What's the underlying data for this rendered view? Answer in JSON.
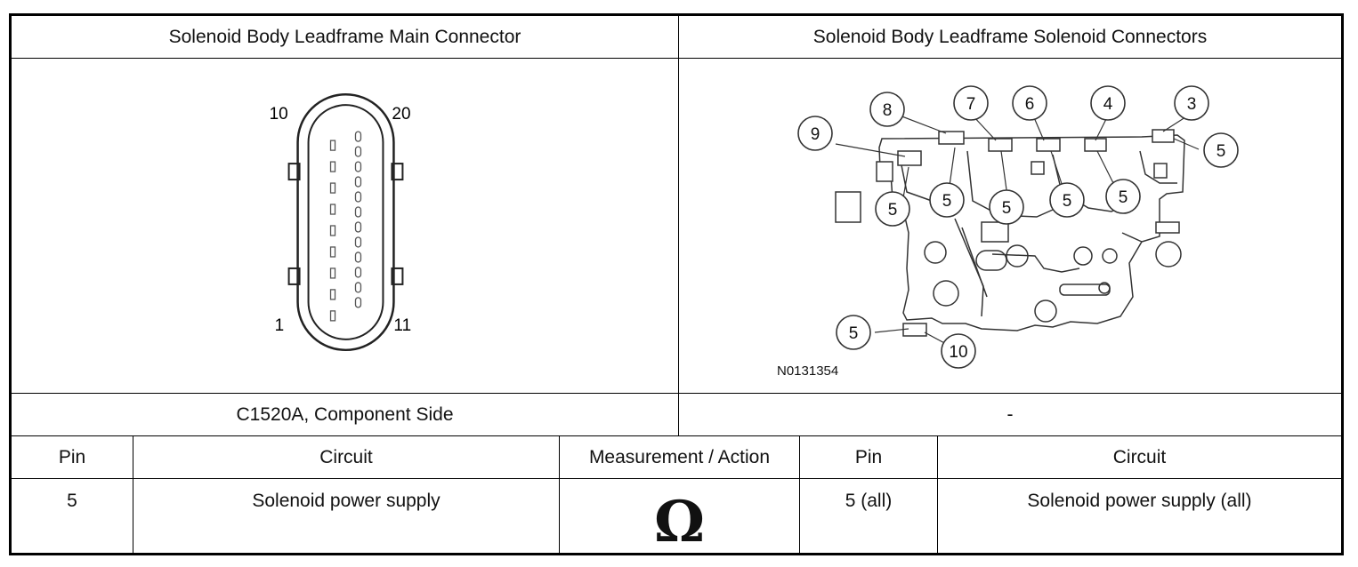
{
  "table": {
    "header_left": "Solenoid Body Leadframe Main Connector",
    "header_right": "Solenoid Body Leadframe Solenoid Connectors",
    "caption_left": "C1520A, Component Side",
    "caption_right": "-",
    "columns": [
      "Pin",
      "Circuit",
      "Measurement / Action",
      "Pin",
      "Circuit"
    ],
    "rows": [
      {
        "pin_a": "5",
        "circuit_a": "Solenoid power supply",
        "measurement_symbol": "Ω",
        "pin_b": "5 (all)",
        "circuit_b": "Solenoid power supply (all)"
      }
    ]
  },
  "connector_diagram": {
    "pin_labels": {
      "top_left": "10",
      "top_right": "20",
      "bottom_left": "1",
      "bottom_right": "11"
    }
  },
  "leadframe_diagram": {
    "callouts": [
      "8",
      "7",
      "6",
      "4",
      "3",
      "9",
      "5",
      "5",
      "5",
      "5",
      "5",
      "5",
      "5",
      "10"
    ],
    "figure_id": "N0131354"
  }
}
